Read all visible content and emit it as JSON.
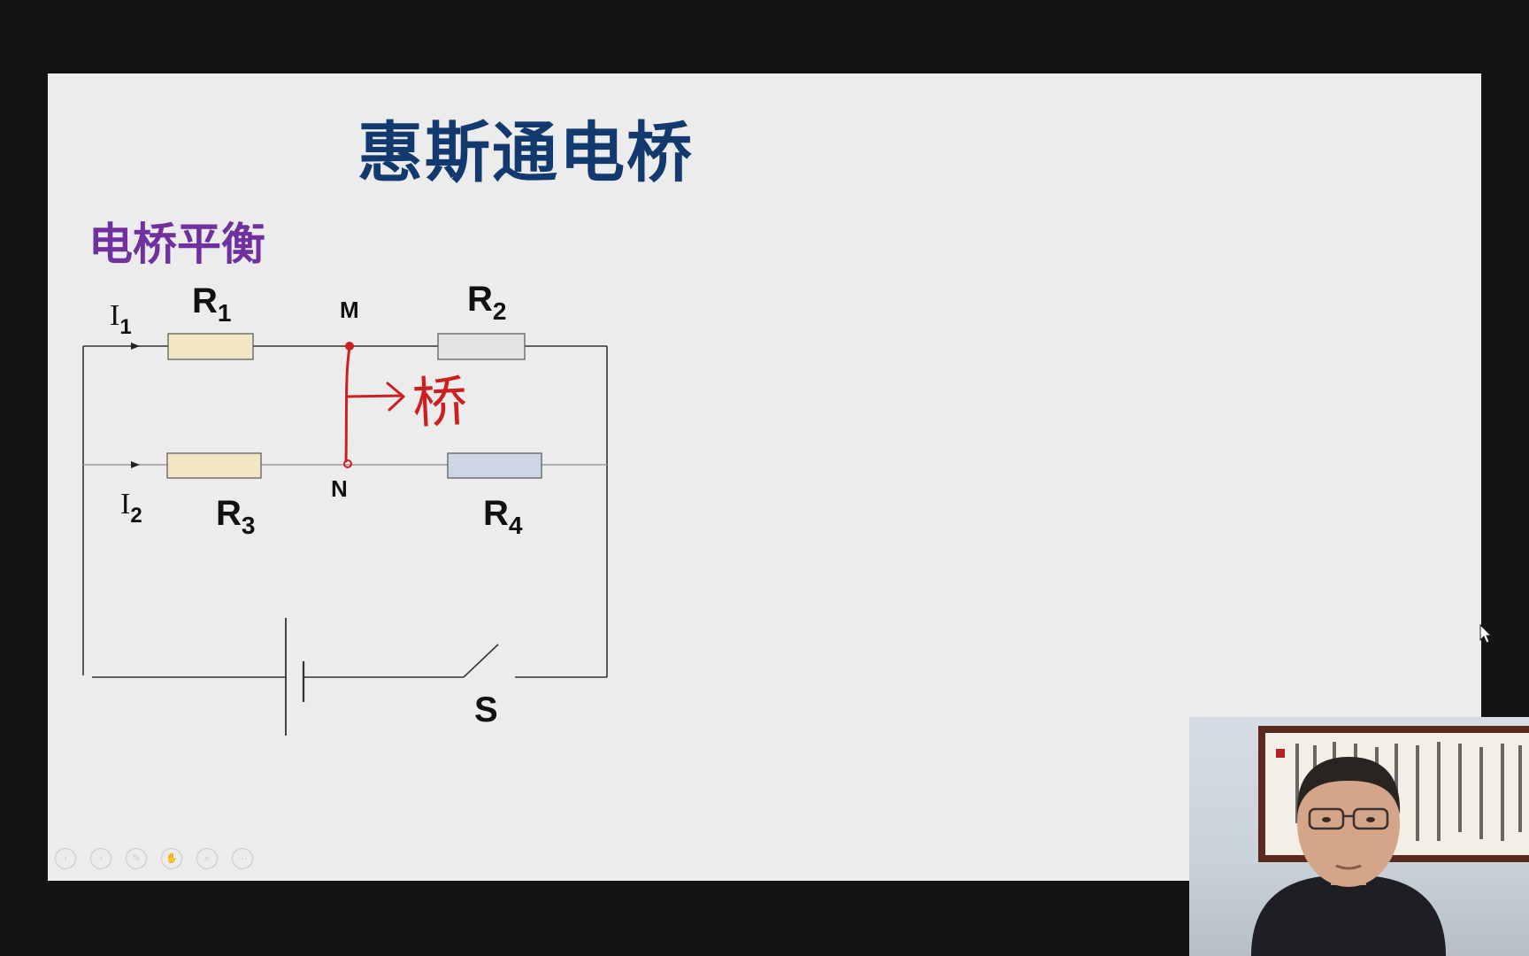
{
  "slide": {
    "title": "惠斯通电桥",
    "subtitle": "电桥平衡",
    "title_color": "#123a6e",
    "subtitle_color": "#7030a0"
  },
  "circuit": {
    "current_labels": [
      {
        "base": "I",
        "sub": "1"
      },
      {
        "base": "I",
        "sub": "2"
      }
    ],
    "resistors": [
      {
        "base": "R",
        "sub": "1",
        "fill": "#f2e6c4"
      },
      {
        "base": "R",
        "sub": "2",
        "fill": "#e4e4e4"
      },
      {
        "base": "R",
        "sub": "3",
        "fill": "#f2e6c4"
      },
      {
        "base": "R",
        "sub": "4",
        "fill": "#ccd6e4"
      }
    ],
    "node_labels": [
      "M",
      "N"
    ],
    "switch_label": "S",
    "handwritten_note": "桥",
    "annotation_color": "#cc1f1f"
  },
  "controls": [
    {
      "icon": "previous-icon",
      "glyph": "‹"
    },
    {
      "icon": "next-icon",
      "glyph": "›"
    },
    {
      "icon": "pen-icon",
      "glyph": "✎"
    },
    {
      "icon": "hand-icon",
      "glyph": "✋"
    },
    {
      "icon": "zoom-icon",
      "glyph": "⌕"
    },
    {
      "icon": "more-icon",
      "glyph": "⋯"
    }
  ]
}
